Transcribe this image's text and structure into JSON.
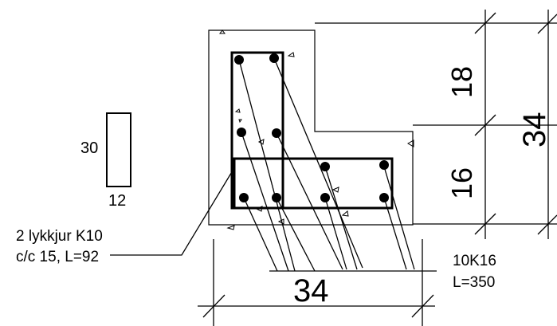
{
  "section": {
    "dim_top": "18",
    "dim_bottom": "16",
    "dim_total_height": "34",
    "dim_width": "34"
  },
  "small_section": {
    "height": "30",
    "width": "12"
  },
  "labels": {
    "stirrups_line1": "2 lykkjur K10",
    "stirrups_line2": "c/c 15, L=92",
    "rebar_line1": "10K16",
    "rebar_line2": "L=350"
  },
  "colors": {
    "line": "#000000",
    "background": "#ffffff"
  }
}
